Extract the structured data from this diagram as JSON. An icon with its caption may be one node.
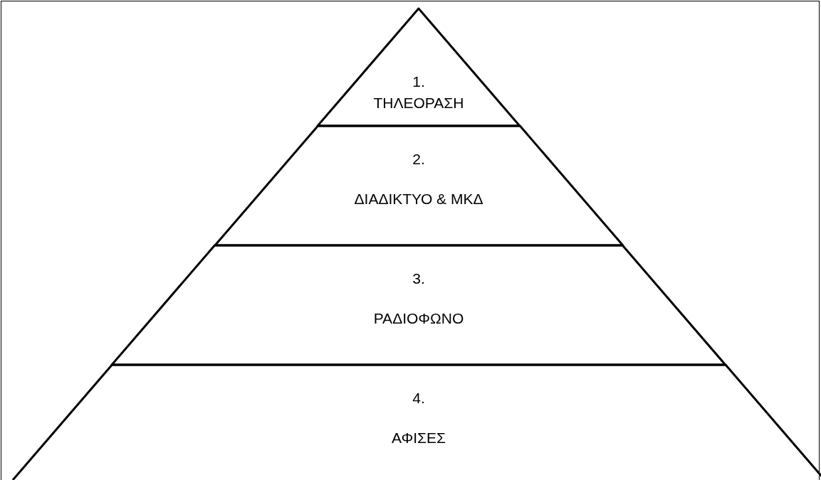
{
  "diagram": {
    "nodes": [
      {
        "text": [
          "1.",
          "ΤΗΛΕΟΡΑΣΗ"
        ]
      },
      {
        "text": [
          "2.",
          "ΔΙΑΔΙΚΤΥΟ & ΜΚΔ"
        ]
      },
      {
        "text": [
          "3.",
          "ΡΑΔΙΟΦΩΝΟ"
        ]
      },
      {
        "text": [
          "4.",
          "ΑΦΙΣΕΣ"
        ]
      }
    ]
  }
}
